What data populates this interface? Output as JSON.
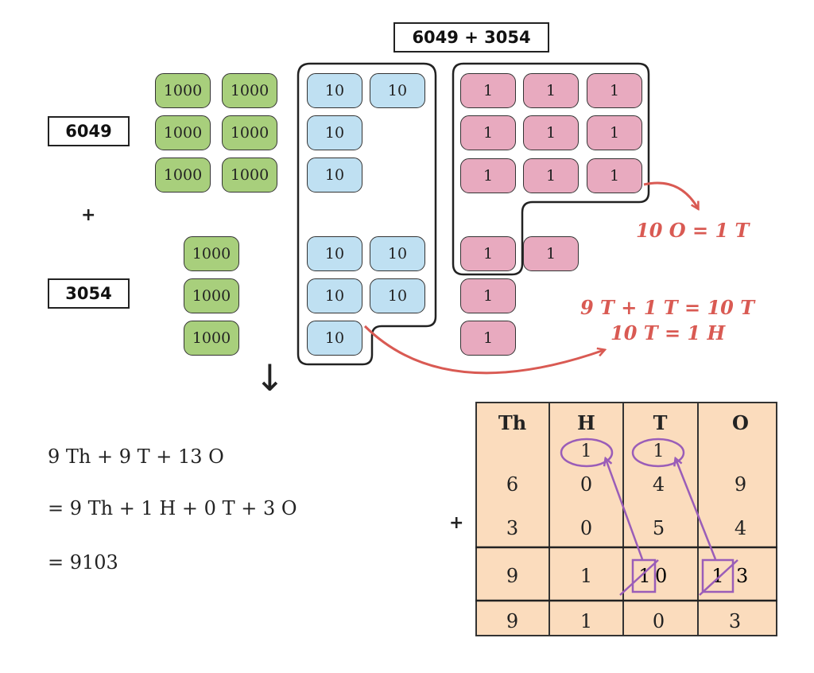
{
  "problem": "6049 + 3054",
  "addend1": "6049",
  "addend2": "3054",
  "plus_sign": "+",
  "down_arrow": "↓",
  "thousand": "1000",
  "ten": "10",
  "one": "1",
  "notes": {
    "ones_regroup": "10 O = 1 T",
    "tens_regroup_1": "9 T + 1 T = 10 T",
    "tens_regroup_2": "10 T = 1 H"
  },
  "steps": [
    "9 Th + 9 T + 13 O",
    "= 9 Th + 1 H + 0 T + 3 O",
    "= 9103"
  ],
  "table": {
    "headers": [
      "Th",
      "H",
      "T",
      "O"
    ],
    "carry": [
      "1",
      "1"
    ],
    "row1": [
      "6",
      "0",
      "4",
      "9"
    ],
    "row2": [
      "3",
      "0",
      "5",
      "4"
    ],
    "partial": [
      "9",
      "1",
      "1",
      "0",
      "1",
      "3"
    ],
    "result": [
      "9",
      "1",
      "0",
      "3"
    ],
    "plus": "+"
  },
  "colors": {
    "thousands": "#a8cf7c",
    "tens": "#bfe0f2",
    "ones": "#e8aabf",
    "note": "#d95a53",
    "annotation": "#9a5db8",
    "table_bg": "#fbdcbd"
  }
}
